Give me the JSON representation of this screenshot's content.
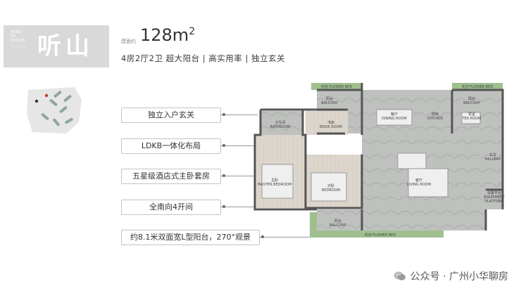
{
  "header": {
    "tag_lines": [
      "WIND",
      "OF",
      "DREAM"
    ],
    "tag_sub": "Tingshan",
    "title": "听山",
    "area_label": "建面约",
    "area_value": "128m",
    "area_unit_sup": "2",
    "features": "4房2厅2卫  超大阳台 | 高实用率 | 独立玄关"
  },
  "callouts": [
    "独立入户玄关",
    "LDKB一体化布局",
    "五星级酒店式主卧套房",
    "全南向4开间",
    "约8.1米双面宽L型阳台，270°观景"
  ],
  "plan_labels": {
    "flower_bed_top": "花池  FLOWER BED",
    "flower_bed_right": "花池  FLOWER BED",
    "flower_bed_bottom": "花池  FLOWER BED",
    "balcony_top": "阳台\nBALCONY",
    "balcony_right": "阳台\nBALCONY",
    "balcony_bottom": "阳台\nBALCONY",
    "bathroom": "卫生间\nBATHROOM",
    "bedroom_top": "书房\nBOOK ROOM",
    "dining": "餐厅\nDINING ROOM",
    "kitchen": "厨房\nKITCHEN",
    "tea_room": "茶室\nTEA ROOM",
    "hallway": "玄关\nHALLWAY",
    "master": "主卧\nMASTER BEDROOM",
    "second": "次卧\nBEDROOM",
    "living": "客厅\nLIVING ROOM",
    "equipment": "设备平台\nEQUIPMENT\nPLATFORM"
  },
  "watermark": "公众号 · 广州小华聊房"
}
